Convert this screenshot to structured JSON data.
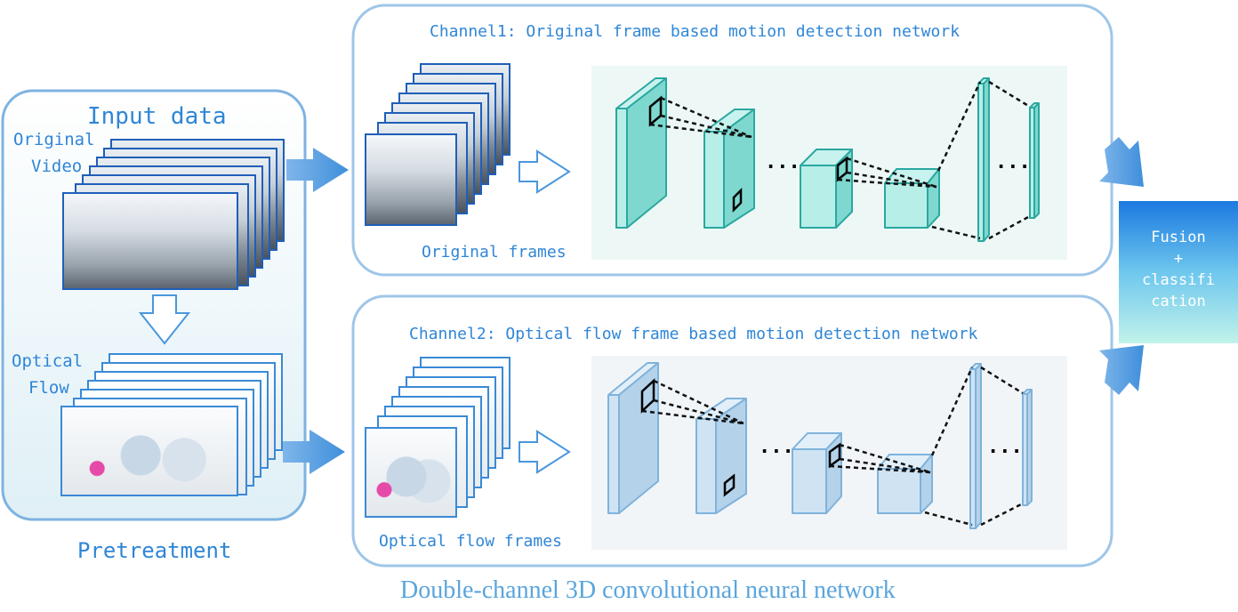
{
  "pretreatment": {
    "input_data_label": "Input data",
    "original_video_label_line1": "Original",
    "original_video_label_line2": "Video",
    "optical_flow_label_line1": "Optical",
    "optical_flow_label_line2": "Flow",
    "pretreatment_label": "Pretreatment"
  },
  "channel1": {
    "title": "Channel1: Original frame based motion detection network",
    "frames_label": "Original frames"
  },
  "channel2": {
    "title": "Channel2: Optical flow frame based motion detection network",
    "frames_label": "Optical flow frames"
  },
  "fusion": {
    "line1": "Fusion",
    "line2": "+",
    "line3": "classifi",
    "line4": "cation"
  },
  "ellipsis": "...",
  "caption": "Double-channel 3D convolutional neural network",
  "colors": {
    "accent_blue": "#2f86d6",
    "panel_border": "#9fc6e8",
    "channel1_cube": "#9fe3dc",
    "channel2_cube": "#bcd8ee",
    "fusion_gradient_top": "#1c79e0",
    "fusion_gradient_bottom": "#b9f0e8"
  }
}
